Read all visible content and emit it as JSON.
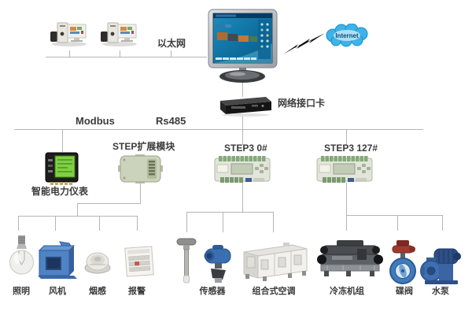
{
  "top": {
    "workstation_icon": "desktop-computer-icon",
    "ethernet_label": "以太网",
    "internet_label": "Internet",
    "nic_label": "网络接口卡",
    "monitor_icon": "scada-monitor-icon",
    "lightning_icon": "lightning-bolt-icon",
    "cloud_icon": "internet-cloud-icon"
  },
  "bus": {
    "protocol_left": "Modbus",
    "protocol_right": "Rs485"
  },
  "controllers": {
    "power_meter_label": "智能电力仪表",
    "step_module_label": "STEP扩展模块",
    "step3_0_label": "STEP3 0#",
    "step3_127_label": "STEP3 127#"
  },
  "devices": [
    {
      "id": "lighting",
      "label": "照明",
      "icon": "light-bulb-icon"
    },
    {
      "id": "fan",
      "label": "风机",
      "icon": "blower-fan-icon"
    },
    {
      "id": "smoke",
      "label": "烟感",
      "icon": "smoke-detector-icon"
    },
    {
      "id": "alarm",
      "label": "报警",
      "icon": "alarm-panel-icon"
    },
    {
      "id": "sensor",
      "label": "传感器",
      "icon": "duct-sensor-and-transmitter-icon"
    },
    {
      "id": "ahu",
      "label": "组合式空调",
      "icon": "air-handling-unit-icon"
    },
    {
      "id": "chiller",
      "label": "冷冻机组",
      "icon": "chiller-unit-icon"
    },
    {
      "id": "valve",
      "label": "碟阀",
      "icon": "butterfly-valve-icon"
    },
    {
      "id": "pump",
      "label": "水泵",
      "icon": "water-pump-icon"
    }
  ],
  "colors": {
    "connector": "#b5b5b5",
    "text": "#3b3b3b",
    "cloud_blue": "#3fb3e8",
    "module_green": "#ccd3bc",
    "screen_blue": "#1080b0",
    "meter_lcd_green": "#7fd13f"
  }
}
